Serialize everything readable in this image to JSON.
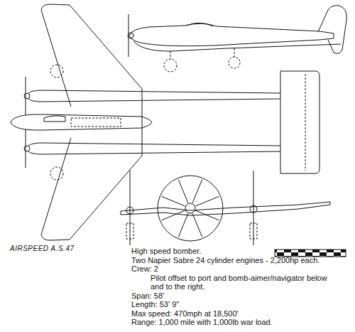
{
  "diagram": {
    "title": "AIRSPEED A.S.47",
    "labels": [
      "High speed bomber.",
      "Two Napier Sabre 24 cylinder engines - 2,200hp each.",
      "Crew: 2",
      "Pilot offset to port and bomb-aimer/navigator below and to the right.",
      "Span: 58'",
      "Length: 53' 9\"",
      "Max speed: 470mph at 18,500'",
      "Range: 1,000 mile with 1,000lb war load."
    ]
  }
}
